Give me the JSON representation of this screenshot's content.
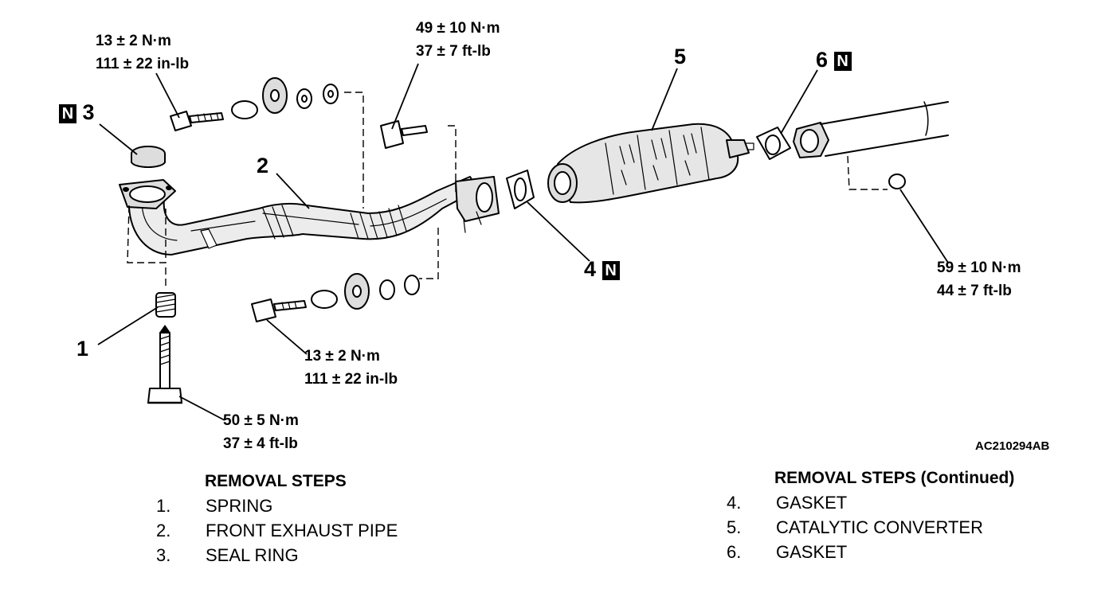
{
  "torques": {
    "t_top_left": [
      "13 ± 2 N·m",
      "111 ± 22 in-lb"
    ],
    "t_top_mid": [
      "49 ± 10 N·m",
      "37 ± 7 ft-lb"
    ],
    "t_right": [
      "59 ± 10 N·m",
      "44 ± 7 ft-lb"
    ],
    "t_mid": [
      "13 ± 2 N·m",
      "111 ± 22 in-lb"
    ],
    "t_bottom": [
      "50 ± 5 N·m",
      "37 ± 4 ft-lb"
    ]
  },
  "callouts": {
    "c1": "1",
    "c2": "2",
    "c3": "3",
    "c4": "4",
    "c5": "5",
    "c6": "6"
  },
  "n_mark": "N",
  "figure_code": "AC210294AB",
  "steps_left": {
    "title": "REMOVAL STEPS",
    "items": [
      {
        "num": "1.",
        "label": "SPRING"
      },
      {
        "num": "2.",
        "label": "FRONT EXHAUST PIPE"
      },
      {
        "num": "3.",
        "label": "SEAL RING"
      }
    ]
  },
  "steps_right": {
    "title": "REMOVAL STEPS (Continued)",
    "items": [
      {
        "num": "4.",
        "label": "GASKET"
      },
      {
        "num": "5.",
        "label": "CATALYTIC CONVERTER"
      },
      {
        "num": "6.",
        "label": "GASKET"
      }
    ]
  }
}
